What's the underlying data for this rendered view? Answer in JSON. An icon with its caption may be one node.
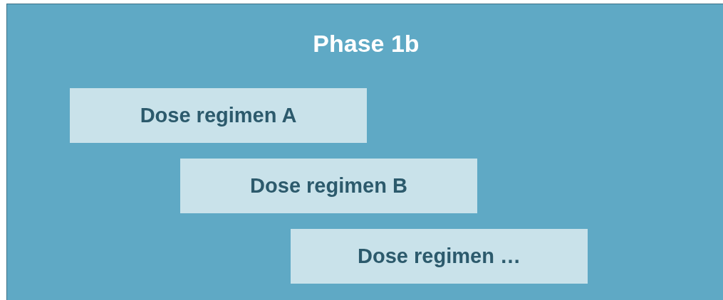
{
  "diagram": {
    "nodes": [
      {
        "text": [
          "Phase 1b"
        ]
      },
      {
        "text": [
          "Dose regimen A"
        ],
        "in": 0
      },
      {
        "text": [
          "Dose regimen B"
        ],
        "in": 0
      },
      {
        "text": [
          "Dose regimen …"
        ],
        "in": 0
      }
    ]
  }
}
